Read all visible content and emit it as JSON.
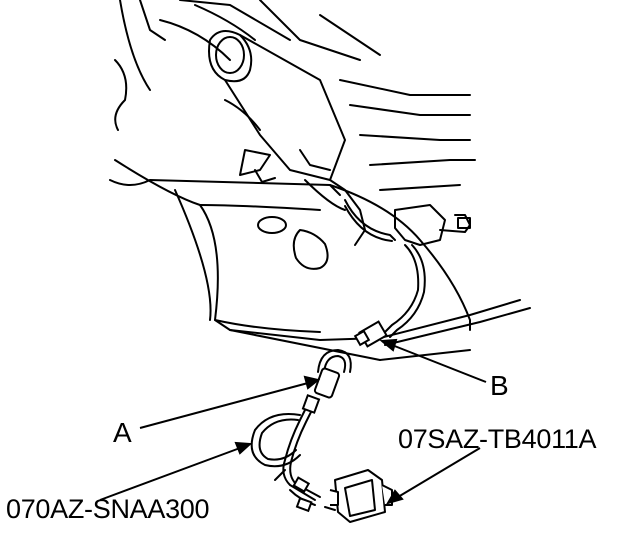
{
  "labels": {
    "a": "A",
    "b": "B",
    "part_number_harness": "070AZ-SNAA300",
    "part_number_module": "07SAZ-TB4011A"
  },
  "icons": {
    "engine_cover": "engine-underside-illustration-icon",
    "connector_a": "connector-a-icon",
    "connector_b": "connector-b-icon",
    "harness": "harness-coil-icon",
    "module": "control-module-icon"
  },
  "colors": {
    "ink": "#000000",
    "background": "#ffffff"
  }
}
